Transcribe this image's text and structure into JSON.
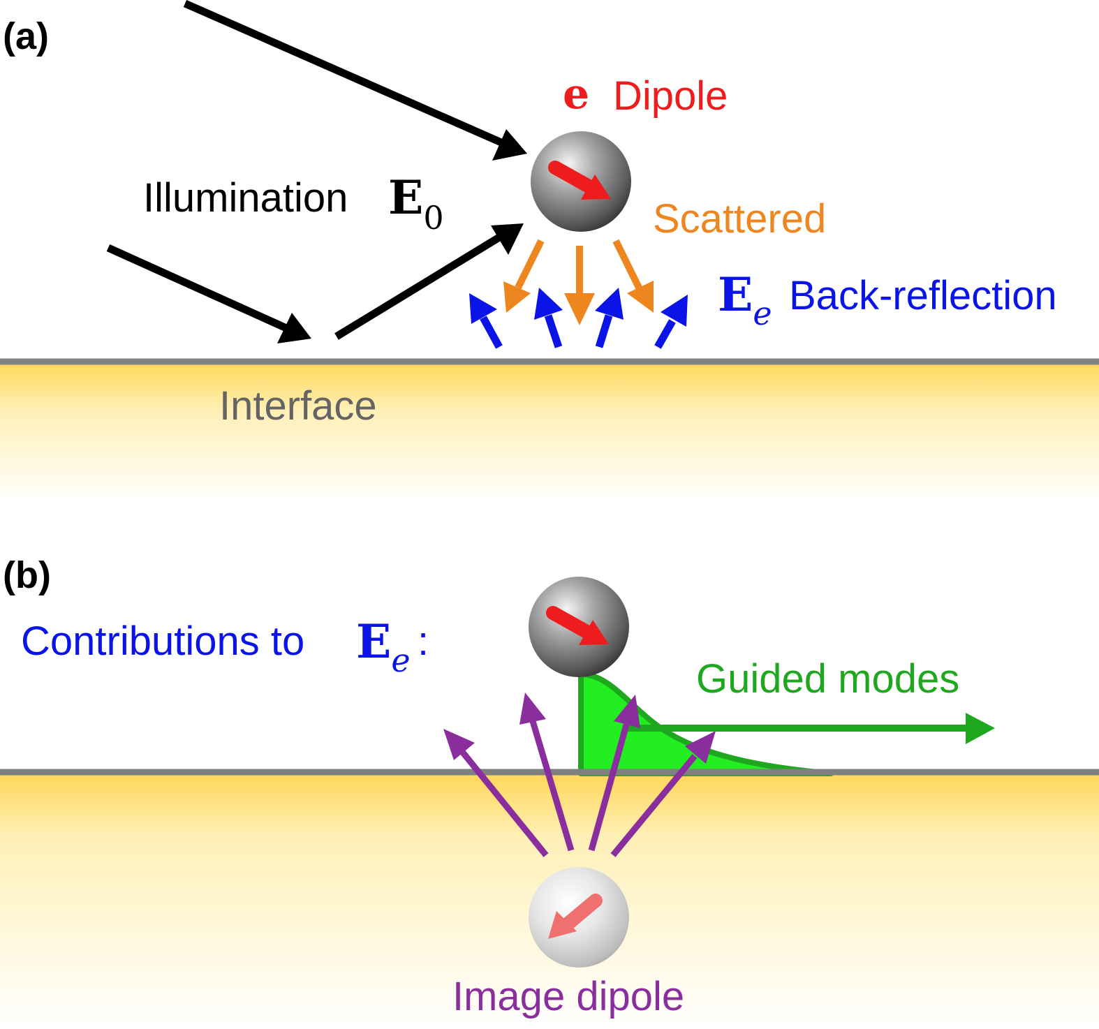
{
  "panel_a": {
    "label": "(a)",
    "dipole_symbol": "e",
    "dipole_label": "Dipole",
    "illumination_label": "Illumination",
    "illumination_symbol": "E",
    "illumination_subscript": "0",
    "scattered_label": "Scattered",
    "backreflection_symbol": "E",
    "backreflection_subscript": "e",
    "backreflection_label": "Back-reflection",
    "interface_label": "Interface"
  },
  "panel_b": {
    "label": "(b)",
    "contributions_text": "Contributions to",
    "contributions_symbol": "E",
    "contributions_subscript": "e",
    "contributions_colon": ":",
    "guided_label": "Guided modes",
    "image_label": "Image dipole"
  },
  "colors": {
    "black": "#000000",
    "dipole_red": "#ee1c1c",
    "scattered_orange": "#ee8620",
    "back_blue": "#0a14e6",
    "interface_gray": "#808080",
    "interface_text": "#646464",
    "guided_green": "#1fa81f",
    "guided_fill": "#22ee22",
    "image_purple": "#8a2e9e",
    "substrate_top": "#ffd75a"
  }
}
